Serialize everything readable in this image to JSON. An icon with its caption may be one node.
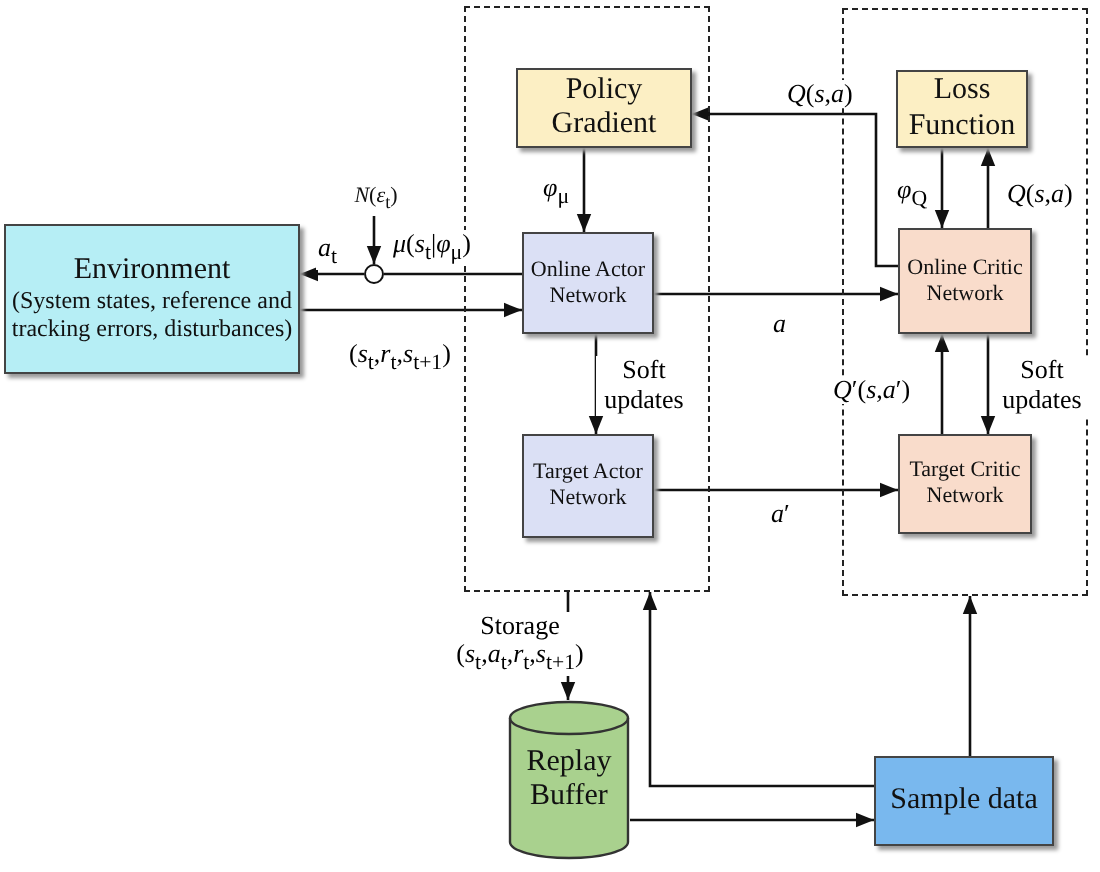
{
  "diagram": {
    "nodes": [
      {
        "text": [
          "Environment",
          "(System states, reference and tracking errors, disturbances)"
        ]
      },
      {
        "text": [
          "*N*(*ε*$_{t}$)"
        ]
      },
      {
        "text": [],
        "shape": "circle"
      },
      {
        "text": [],
        "shape": "box"
      },
      {
        "text": [
          "Policy Gradient"
        ],
        "in": 3
      },
      {
        "text": [
          "Online Actor Network"
        ],
        "in": 3
      },
      {
        "text": [
          "Target Actor Network"
        ],
        "in": 3
      },
      {
        "text": [],
        "shape": "box"
      },
      {
        "text": [
          "Loss Function"
        ],
        "in": 7
      },
      {
        "text": [
          "Online Critic Network"
        ],
        "in": 7
      },
      {
        "text": [
          "Target Critic Network"
        ],
        "in": 7
      },
      {
        "text": [
          "Replay Buffer"
        ]
      },
      {
        "text": [
          "Sample data"
        ]
      }
    ],
    "edges": [
      {
        "from": 9,
        "to": 4,
        "arrow": "to",
        "label": "*Q*(*s*,*a*)"
      },
      {
        "from": 4,
        "to": 5,
        "arrow": "to",
        "label": "*φ*$_{μ}$"
      },
      {
        "from": 1,
        "to": 2,
        "arrow": "to"
      },
      {
        "from": 5,
        "to": 2,
        "arrow": "none",
        "label": "*μ*(*s*$_{t}$|*φ*$_{μ}$)"
      },
      {
        "from": 2,
        "to": 0,
        "arrow": "to",
        "label": "*a*$_{t}$"
      },
      {
        "from": 0,
        "to": 5,
        "arrow": "to",
        "label": "(*s*$_{t}$,*r*$_{t}$,*s*$_{t+1}$)"
      },
      {
        "from": 5,
        "to": 9,
        "arrow": "to",
        "label": "*a*"
      },
      {
        "from": 5,
        "to": 6,
        "arrow": "to",
        "label": "Soft updates"
      },
      {
        "from": 6,
        "to": 10,
        "arrow": "to",
        "label": "*a*′"
      },
      {
        "from": 8,
        "to": 9,
        "arrow": "to",
        "label": "*φ*$_{Q}$"
      },
      {
        "from": 9,
        "to": 8,
        "arrow": "to",
        "label": "*Q*(*s*,*a*)"
      },
      {
        "from": 10,
        "to": 9,
        "arrow": "to",
        "label": "*Q*′(*s*,*a*′)"
      },
      {
        "from": 9,
        "to": 10,
        "arrow": "to",
        "label": "Soft updates"
      },
      {
        "from": 3,
        "to": 11,
        "arrow": "to",
        "label": "Storage (*s*$_{t}$,*a*$_{t}$,*r*$_{t}$,*s*$_{t+1}$)"
      },
      {
        "from": 11,
        "to": 12,
        "arrow": "to"
      },
      {
        "from": 12,
        "to": 3,
        "arrow": "to"
      },
      {
        "from": 12,
        "to": 7,
        "arrow": "to"
      }
    ]
  }
}
